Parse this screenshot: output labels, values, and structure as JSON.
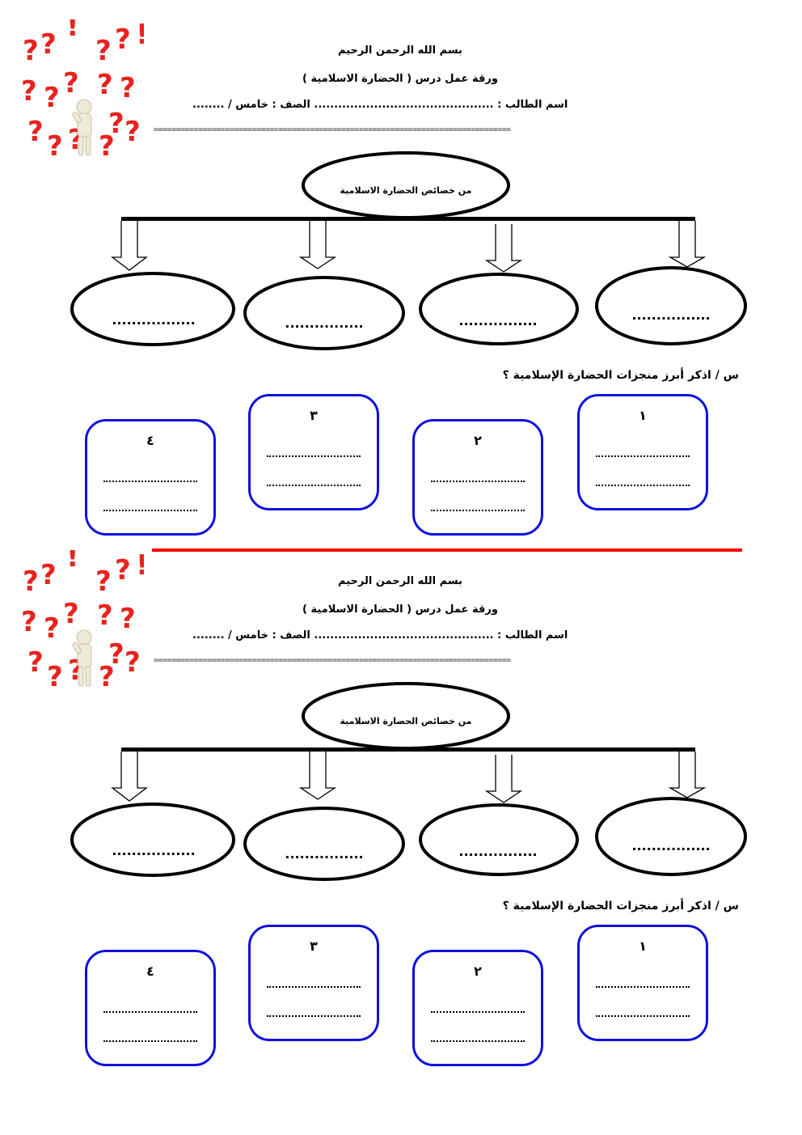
{
  "worksheet": {
    "basmala": "بسم الله الرحمن الرحيم",
    "title": "ورقة عمل درس ( الحضارة الاسلامية )",
    "student_line": "اسم الطالب : ............................................. الصف : خامس / ........",
    "separator": "================================================================================",
    "concept_map": {
      "center_label": "من خصائص الحضارة الاسلامية",
      "branch_placeholders": [
        "................",
        "................",
        "................",
        "................."
      ]
    },
    "question": "س / اذكر أبرز منجزات الحضارة الإسلامية ؟",
    "answer_boxes": [
      {
        "number": "١"
      },
      {
        "number": "٢"
      },
      {
        "number": "٣"
      },
      {
        "number": "٤"
      }
    ],
    "image": "question-marks-figure-illustration"
  },
  "colors": {
    "box_border": "#1010e0",
    "divider": "#ff0000",
    "question_marks": "#e8231e"
  }
}
